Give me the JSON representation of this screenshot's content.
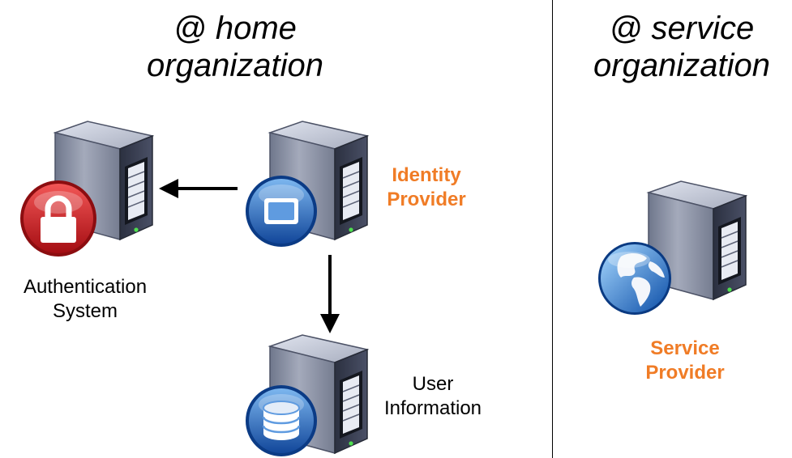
{
  "home_org": {
    "line1": "@ home",
    "line2": "organization"
  },
  "service_org": {
    "line1": "@ service",
    "line2": "organization"
  },
  "nodes": {
    "auth_system": {
      "line1": "Authentication",
      "line2": "System",
      "icon": "lock-icon",
      "badge_color": "#c8161b"
    },
    "identity_provider": {
      "line1": "Identity",
      "line2": "Provider",
      "icon": "window-icon",
      "badge_color": "#1d5fb7"
    },
    "user_info": {
      "line1": "User",
      "line2": "Information",
      "icon": "database-icon",
      "badge_color": "#1d5fb7"
    },
    "service_provider": {
      "line1": "Service",
      "line2": "Provider",
      "icon": "globe-icon",
      "badge_color": "#1d5fb7"
    }
  },
  "colors": {
    "accent": "#f07c26",
    "text": "#000000",
    "divider": "#000000"
  }
}
